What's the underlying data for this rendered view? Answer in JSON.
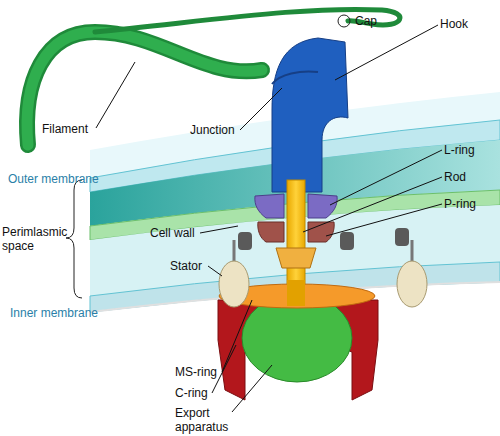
{
  "diagram": {
    "labels": [
      "Cap",
      "Hook",
      "Filament",
      "Junction",
      "L-ring",
      "Rod",
      "Outer membrane",
      "P-ring",
      "Perimlasmic space",
      "Cell wall",
      "Stator",
      "Inner membrane",
      "MS-ring",
      "C-ring",
      "Export apparatus"
    ]
  }
}
